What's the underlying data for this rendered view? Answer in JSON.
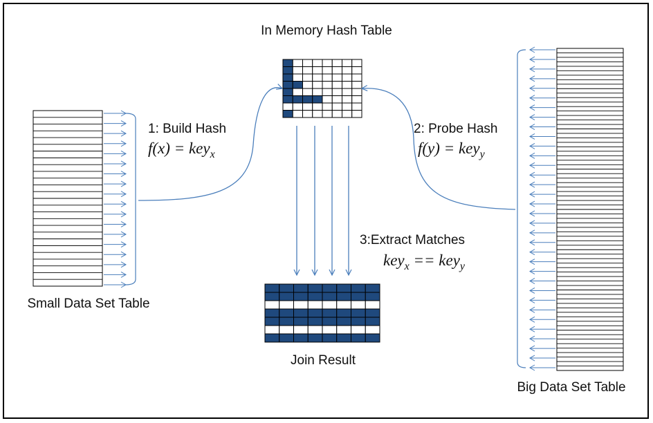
{
  "labels": {
    "hash_table": "In Memory Hash Table",
    "small_table": "Small Data Set Table",
    "big_table": "Big Data Set Table",
    "join_result": "Join Result",
    "step1": "1: Build Hash",
    "step2": "2: Probe Hash",
    "step3": "3:Extract Matches"
  },
  "formulas": {
    "build": {
      "main": "f(x) = key",
      "sub": "x"
    },
    "probe": {
      "main": "f(y) = key",
      "sub": "y"
    },
    "match": {
      "part1": "key",
      "sub1": "x",
      "part2": " == key",
      "sub2": "y"
    }
  },
  "colors": {
    "fill": "#1f497d",
    "arrow": "#4a7ebb",
    "stroke": "#000000"
  },
  "hash_table": {
    "cols": 8,
    "rows": 8,
    "filled_cells": [
      [
        0,
        0
      ],
      [
        1,
        0
      ],
      [
        2,
        0
      ],
      [
        3,
        0
      ],
      [
        3,
        1
      ],
      [
        4,
        0
      ],
      [
        5,
        0
      ],
      [
        5,
        1
      ],
      [
        5,
        2
      ],
      [
        5,
        3
      ],
      [
        7,
        0
      ]
    ]
  },
  "join_result": {
    "cols": 8,
    "rows": 7,
    "blank_rows": [
      2,
      5
    ]
  },
  "small_table": {
    "rows": 26,
    "arrows": 18
  },
  "big_table": {
    "rows": 72,
    "arrows": 34
  }
}
